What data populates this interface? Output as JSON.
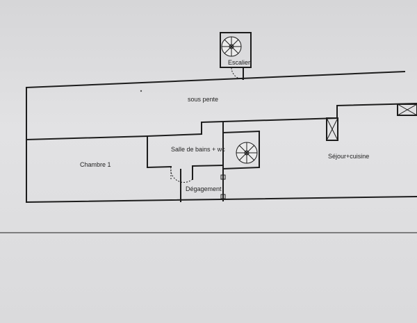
{
  "plan": {
    "rooms": {
      "escalier": "Escalier",
      "sous_pente": "sous pente",
      "chambre": "Chambre 1",
      "salle_de_bains": "Salle de bains + wc",
      "degagement": "Dégagement",
      "sejour": "Séjour+cuisine"
    }
  },
  "colors": {
    "paper": "#e0e0e2",
    "ink": "#1c1c1c"
  }
}
